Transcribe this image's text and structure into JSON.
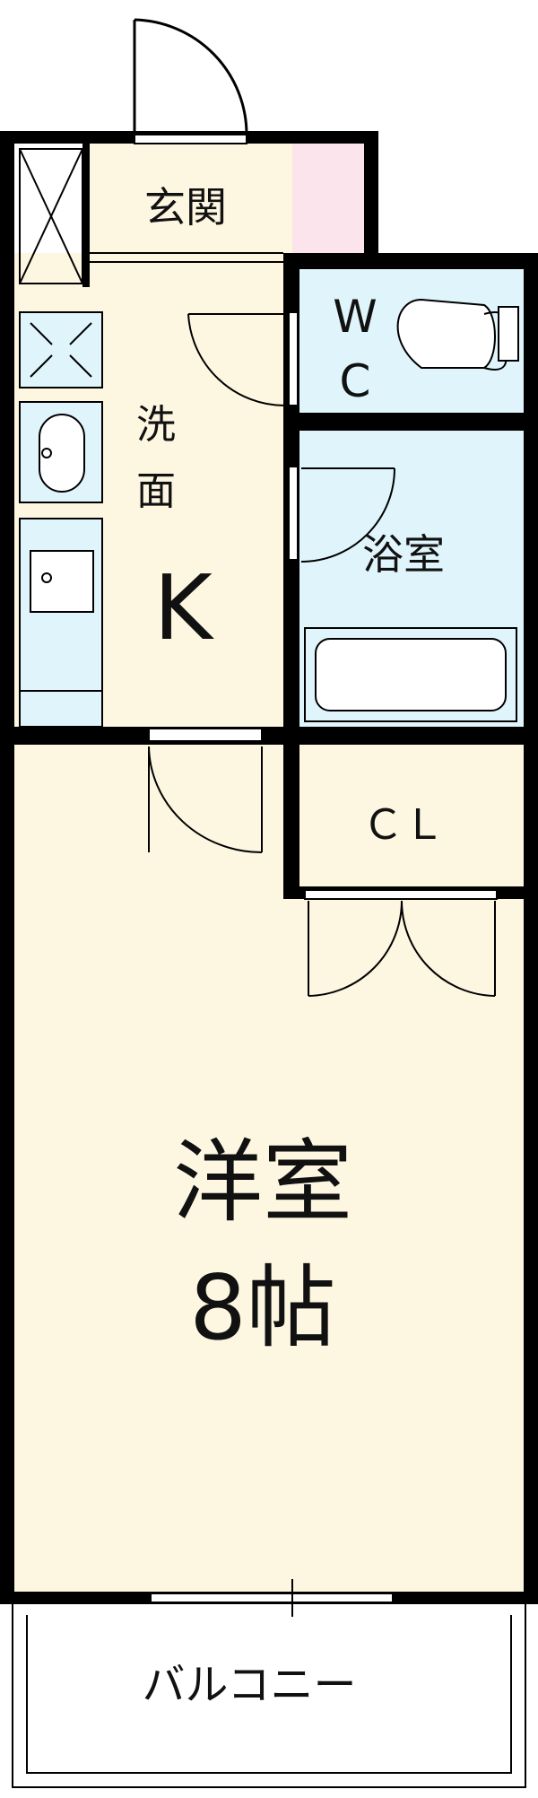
{
  "rooms": {
    "entrance": "玄関",
    "washroom_line1": "洗",
    "washroom_line2": "面",
    "kitchen": "K",
    "wc_line1": "W",
    "wc_line2": "C",
    "bath": "浴室",
    "closet": "ＣＬ",
    "western_room": "洋室",
    "western_room_size": "8帖",
    "balcony": "バルコニー"
  },
  "colors": {
    "floor": "#fdf6e1",
    "wet_area": "#dff4fb",
    "storage": "#fbe4ec",
    "wall": "#000000"
  }
}
